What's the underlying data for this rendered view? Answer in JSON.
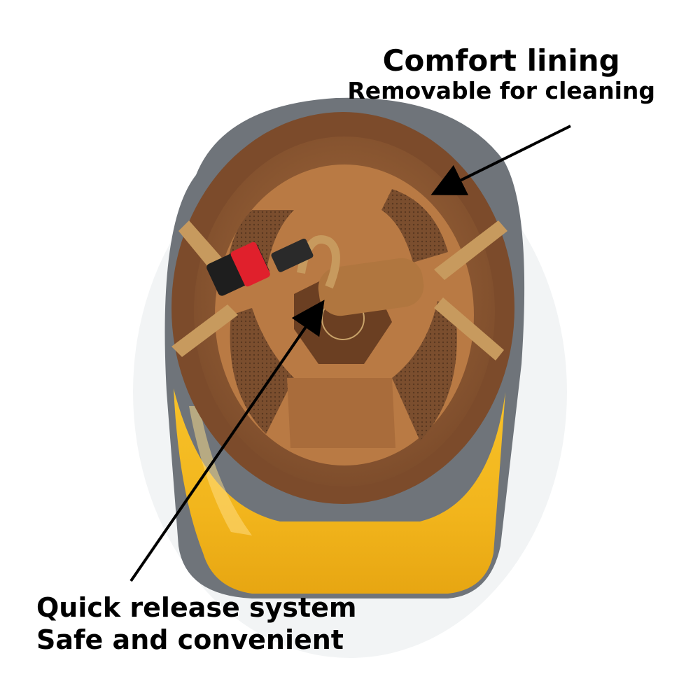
{
  "callouts": {
    "top": {
      "title": "Comfort lining",
      "subtitle": "Removable for cleaning"
    },
    "bottom": {
      "title": "Quick release system",
      "subtitle": "Safe and convenient"
    }
  },
  "colors": {
    "shell_gray": "#6f747a",
    "visor_yellow": "#f2b51c",
    "lining_brown": "#8a5a35",
    "suede_tan": "#b97a44",
    "strap_tan": "#c79a5e",
    "buckle_red": "#e0202c",
    "arrow": "#000000"
  },
  "icons": {
    "helmet": "helmet-illustration",
    "arrow_top": "arrow-icon",
    "arrow_bottom": "arrow-icon"
  }
}
